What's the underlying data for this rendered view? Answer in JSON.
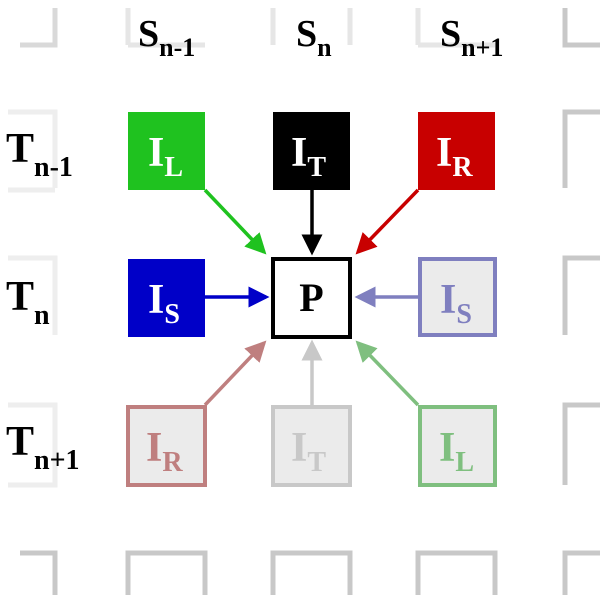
{
  "colors": {
    "green": "#1fc21f",
    "black": "#000000",
    "red": "#c80000",
    "blue": "#0000c8",
    "faded_blue": "#7f7fbf",
    "faded_red": "#bf7f7f",
    "faded_gray": "#c8c8c8",
    "faded_green": "#7fbf7f",
    "faded_fill": "#ebebeb",
    "grid_gray": "#c8c8c8",
    "grid_light": "#e6e6e6"
  },
  "columns": [
    {
      "main": "S",
      "sub": "n-1"
    },
    {
      "main": "S",
      "sub": "n"
    },
    {
      "main": "S",
      "sub": "n+1"
    }
  ],
  "rows": [
    {
      "main": "T",
      "sub": "n-1"
    },
    {
      "main": "T",
      "sub": "n"
    },
    {
      "main": "T",
      "sub": "n+1"
    }
  ],
  "center": {
    "label": "P"
  },
  "cells": [
    {
      "id": "top-left",
      "main": "I",
      "sub": "L",
      "style": "solid",
      "color": "green"
    },
    {
      "id": "top-center",
      "main": "I",
      "sub": "T",
      "style": "solid",
      "color": "black"
    },
    {
      "id": "top-right",
      "main": "I",
      "sub": "R",
      "style": "solid",
      "color": "red"
    },
    {
      "id": "mid-left",
      "main": "I",
      "sub": "S",
      "style": "solid",
      "color": "blue"
    },
    {
      "id": "mid-right",
      "main": "I",
      "sub": "S",
      "style": "faded",
      "color": "faded_blue"
    },
    {
      "id": "bottom-left",
      "main": "I",
      "sub": "R",
      "style": "faded",
      "color": "faded_red"
    },
    {
      "id": "bottom-center",
      "main": "I",
      "sub": "T",
      "style": "faded",
      "color": "faded_gray"
    },
    {
      "id": "bottom-right",
      "main": "I",
      "sub": "L",
      "style": "faded",
      "color": "faded_green"
    }
  ]
}
